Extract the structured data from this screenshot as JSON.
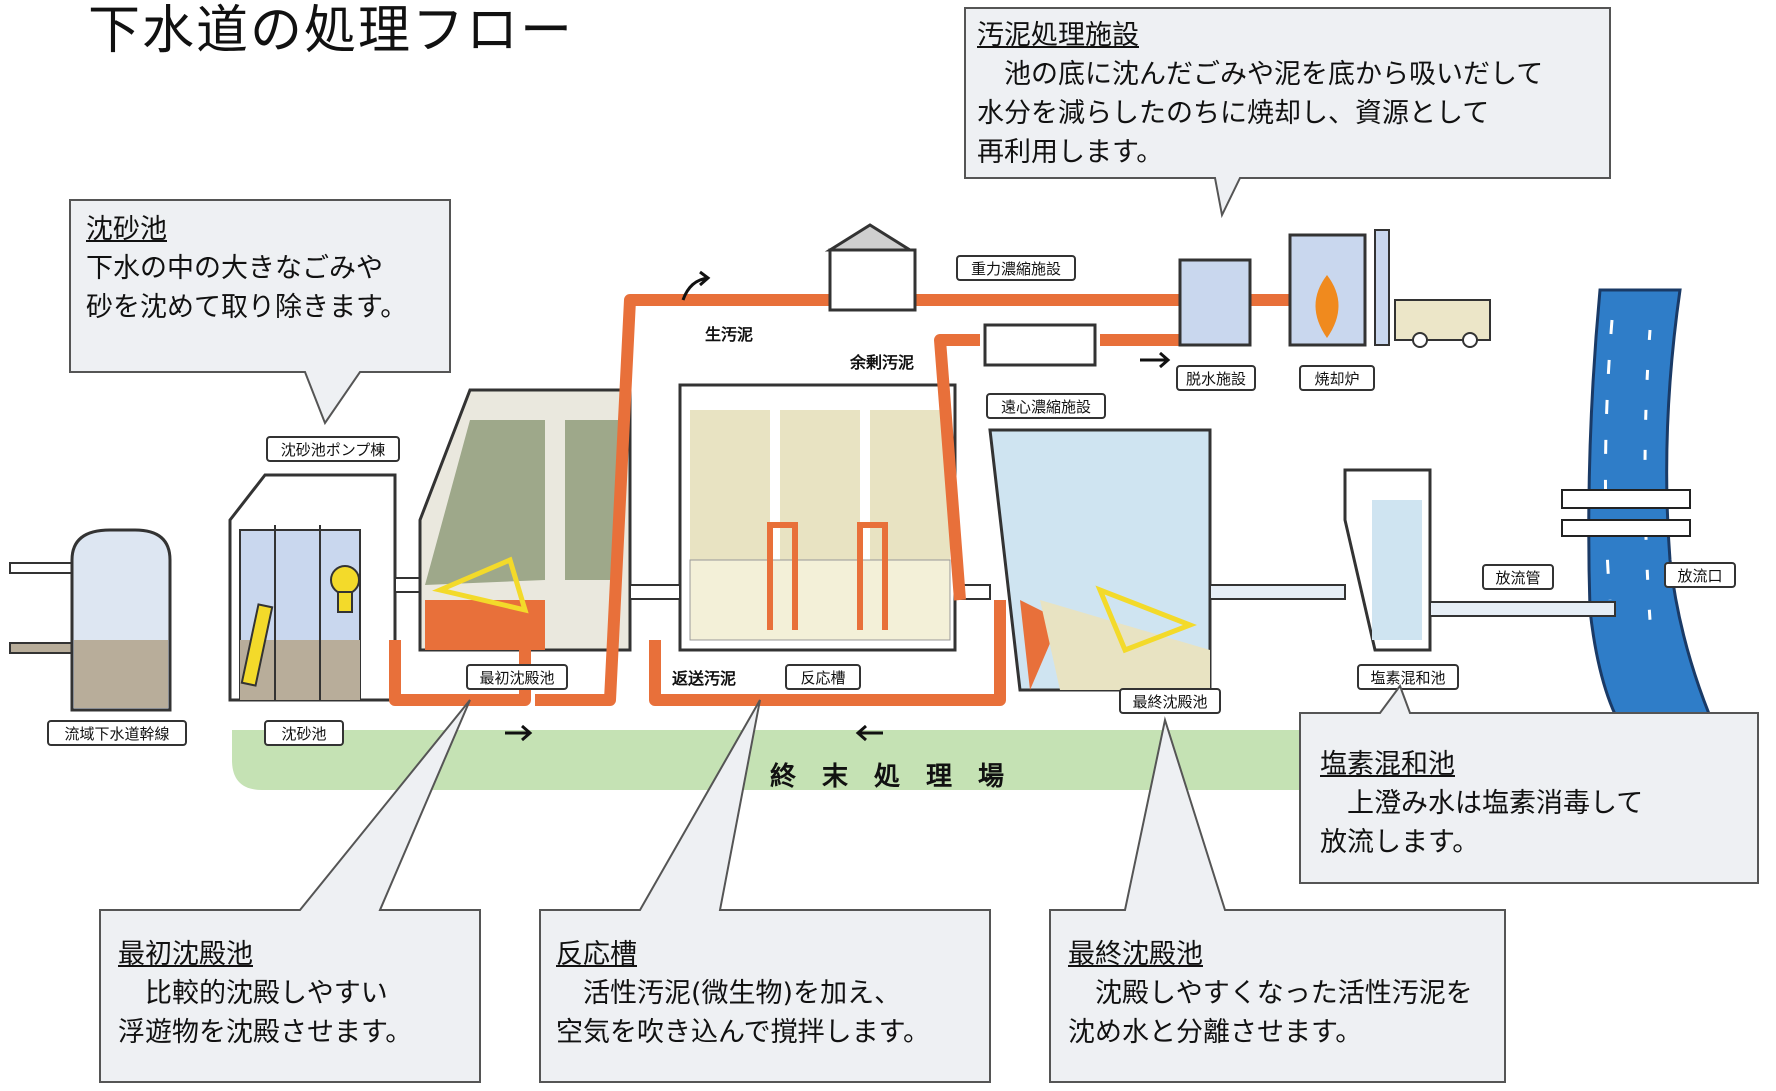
{
  "page_title": "下水道の処理フロー",
  "callouts": {
    "sludge_facility": {
      "title": "汚泥処理施設",
      "body": "　池の底に沈んだごみや泥を底から吸いだして\n水分を減らしたのちに焼却し、資源として\n再利用します。"
    },
    "grit_chamber": {
      "title": "沈砂池",
      "body": "下水の中の大きなごみや\n砂を沈めて取り除きます。"
    },
    "primary_sedimentation": {
      "title": "最初沈殿池",
      "body": "　比較的沈殿しやすい\n浮遊物を沈殿させます。"
    },
    "reaction_tank": {
      "title": "反応槽",
      "body": "　活性汚泥(微生物)を加え、\n空気を吹き込んで撹拌します。"
    },
    "final_sedimentation": {
      "title": "最終沈殿池",
      "body": "　沈殿しやすくなった活性汚泥を\n沈め水と分離させます。"
    },
    "chlorine_mixing": {
      "title": "塩素混和池",
      "body": "　上澄み水は塩素消毒して\n放流します。"
    }
  },
  "labels": {
    "trunk_sewer": "流域下水道幹線",
    "grit_chamber": "沈砂池",
    "grit_pump_building": "沈砂池ポンプ棟",
    "primary_sedimentation": "最初沈殿池",
    "reaction_tank": "反応槽",
    "final_sedimentation": "最終沈殿池",
    "chlorine_mixing": "塩素混和池",
    "discharge_pipe": "放流管",
    "outfall": "放流口",
    "gravity_thickener": "重力濃縮施設",
    "centrifugal_thickener": "遠心濃縮施設",
    "dewatering": "脱水施設",
    "incinerator": "焼却炉",
    "raw_sludge": "生汚泥",
    "excess_sludge": "余剰汚泥",
    "return_sludge": "返送汚泥",
    "plant_band": "終　末　処　理　場"
  },
  "colors": {
    "pipe": "#e8703a",
    "plant_band": "#c5e2b4",
    "callout_fill": "#eef0f3",
    "callout_stroke": "#555555",
    "water_blue": "#cfe4f1",
    "sludge_tan": "#e8e3c2",
    "primary_water": "#9ea88a",
    "river": "#2f7dc8"
  }
}
